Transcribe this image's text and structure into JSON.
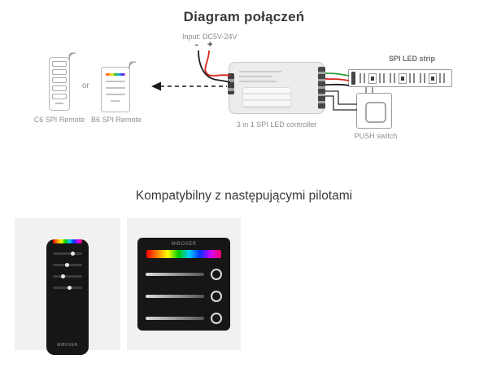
{
  "header": {
    "title": "Diagram połączeń"
  },
  "diagram": {
    "input_label": "Input: DC5V-24V",
    "polarity_minus": "-",
    "polarity_plus": "+",
    "or_label": "or",
    "remotes": [
      {
        "label": "C6 SPI Remote"
      },
      {
        "label": "B6 SPI Remote"
      }
    ],
    "controller_label": "3 in 1 SPI LED controller",
    "strip_label": "SPI  LED strip",
    "push_switch_label": "PUSH switch",
    "icons": {
      "wireless_signal": "arc-waves"
    },
    "wire_colors": {
      "positive": "#d9261c",
      "negative": "#1c1c1c",
      "data": "#2e9e3e"
    }
  },
  "compatibility": {
    "title": "Kompatybilny z następującymi pilotami",
    "products": [
      {
        "brand": "MiBOXER"
      },
      {
        "brand": "MiBOXER"
      }
    ]
  },
  "colors": {
    "title_dark": "#3a3a3a",
    "label_gray": "#8f8f8f",
    "card_bg": "#f1f1f1"
  }
}
